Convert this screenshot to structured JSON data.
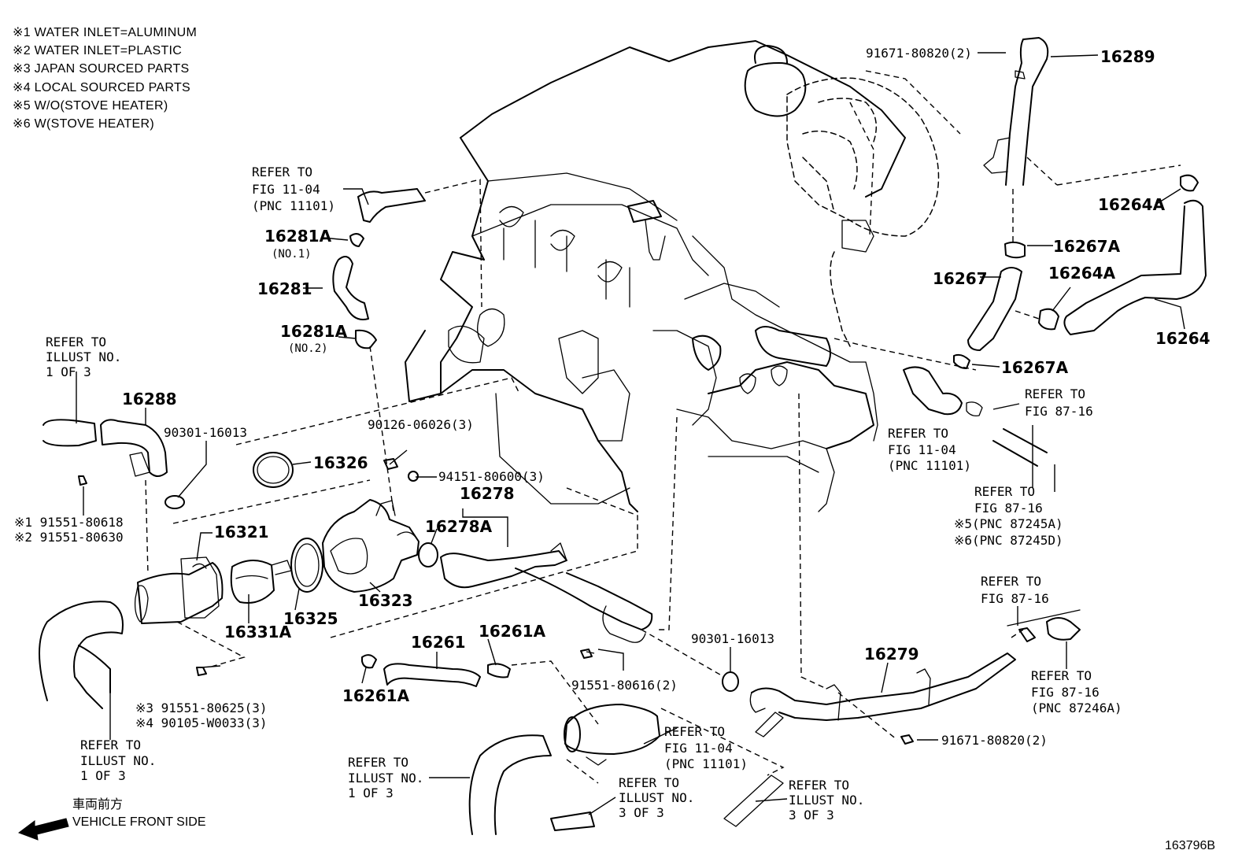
{
  "notes": [
    "※1 WATER INLET=ALUMINUM",
    "※2 WATER INLET=PLASTIC",
    "※3 JAPAN SOURCED PARTS",
    "※4 LOCAL SOURCED PARTS",
    "※5 W/O(STOVE HEATER)",
    "※6 W(STOVE HEATER)"
  ],
  "parts": {
    "p16289": "16289",
    "p16264A_a": "16264A",
    "p16267A_a": "16267A",
    "p16267": "16267",
    "p16264A_b": "16264A",
    "p16264": "16264",
    "p16267A_b": "16267A",
    "p16281A_1": "16281A",
    "p16281A_1_sub": "(NO.1)",
    "p16281": "16281",
    "p16281A_2": "16281A",
    "p16281A_2_sub": "(NO.2)",
    "p16288": "16288",
    "p16326": "16326",
    "p16278": "16278",
    "p16278A": "16278A",
    "p16321": "16321",
    "p16323": "16323",
    "p16325": "16325",
    "p16331A": "16331A",
    "p16261": "16261",
    "p16261A_a": "16261A",
    "p16261A_b": "16261A",
    "p16279": "16279"
  },
  "bolts": {
    "b91671_top": "91671-80820(2)",
    "b90301_a": "90301-16013",
    "b90126": "90126-06026(3)",
    "b94151": "94151-80600(3)",
    "b91551_1": "※1 91551-80618",
    "b91551_2": "※2 91551-80630",
    "b91551_616": "91551-80616(2)",
    "b90301_b": "90301-16013",
    "b91551_625": "※3 91551-80625(3)",
    "b90105": "※4 90105-W0033(3)",
    "b91671_bot": "91671-80820(2)"
  },
  "refs": {
    "r1": [
      "REFER TO",
      "FIG 11-04",
      "(PNC 11101)"
    ],
    "r2": [
      "REFER TO",
      "ILLUST NO.",
      "1 OF 3"
    ],
    "r3": [
      "REFER TO",
      "FIG 87-16"
    ],
    "r4": [
      "REFER TO",
      "FIG 11-04",
      "(PNC 11101)"
    ],
    "r5": [
      "REFER TO",
      "FIG 87-16",
      "※5(PNC 87245A)",
      "※6(PNC 87245D)"
    ],
    "r6": [
      "REFER TO",
      "FIG 87-16"
    ],
    "r7": [
      "REFER TO",
      "FIG 87-16",
      "(PNC 87246A)"
    ],
    "r8": [
      "REFER TO",
      "FIG 11-04",
      "(PNC 11101)"
    ],
    "r9": [
      "REFER TO",
      "ILLUST NO.",
      "1 OF 3"
    ],
    "r10": [
      "REFER TO",
      "ILLUST NO.",
      "1 OF 3"
    ],
    "r11": [
      "REFER TO",
      "ILLUST NO.",
      "3 OF 3"
    ],
    "r12": [
      "REFER TO",
      "ILLUST NO.",
      "3 OF 3"
    ]
  },
  "front": {
    "jp": "車両前方",
    "en": "VEHICLE FRONT SIDE"
  },
  "figure_id": "163796B",
  "colors": {
    "ink": "#000000",
    "paper": "#ffffff"
  }
}
